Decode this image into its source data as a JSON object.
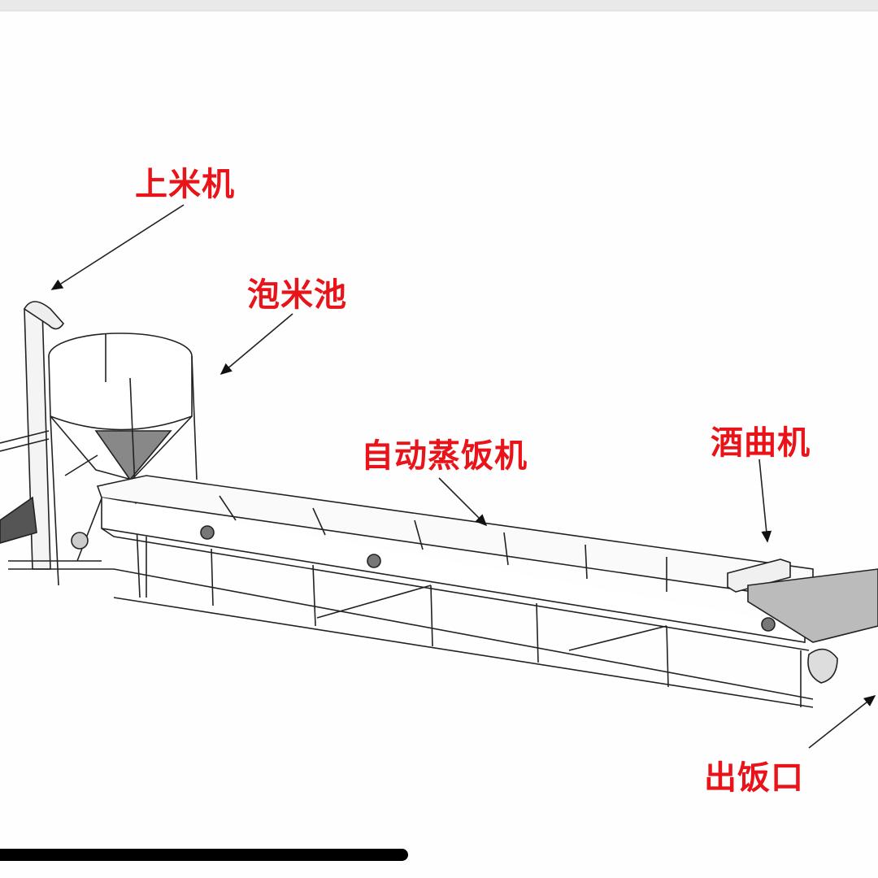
{
  "labels": {
    "rice_elevator": "上米机",
    "soaking_tank": "泡米池",
    "auto_rice_steamer": "自动蒸饭机",
    "yeast_machine": "酒曲机",
    "rice_outlet": "出饭口"
  },
  "colors": {
    "label": "#e8141a",
    "line": "#222222",
    "topbar": "#e9e9e9"
  },
  "progress": {
    "fraction": 0.465
  }
}
